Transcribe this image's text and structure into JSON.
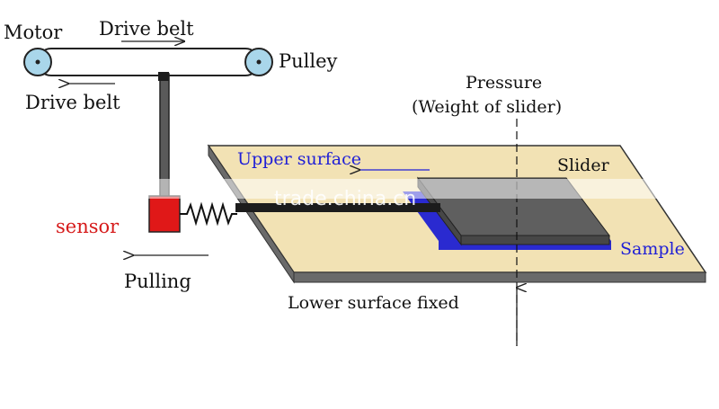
{
  "labels": {
    "motor": "Motor",
    "drive_belt_top": "Drive belt",
    "drive_belt_bottom": "Drive belt",
    "pulley": "Pulley",
    "sensor": "sensor",
    "pulling": "Pulling",
    "pressure": "Pressure",
    "weight": "(Weight of slider)",
    "upper_surface": "Upper surface",
    "slider": "Slider",
    "sample": "Sample",
    "lower_surface": "Lower surface fixed",
    "watermark": "trade.china.cn"
  },
  "colors": {
    "plate": "#f2e2b4",
    "plate_edge": "#6a6a6a",
    "slider": "#5f5f5f",
    "sample": "#2a2ad0",
    "sensor": "#e01818",
    "pulley": "#a9d6ea",
    "blue_text": "#1f1fd6",
    "red_text": "#d61a1a"
  }
}
